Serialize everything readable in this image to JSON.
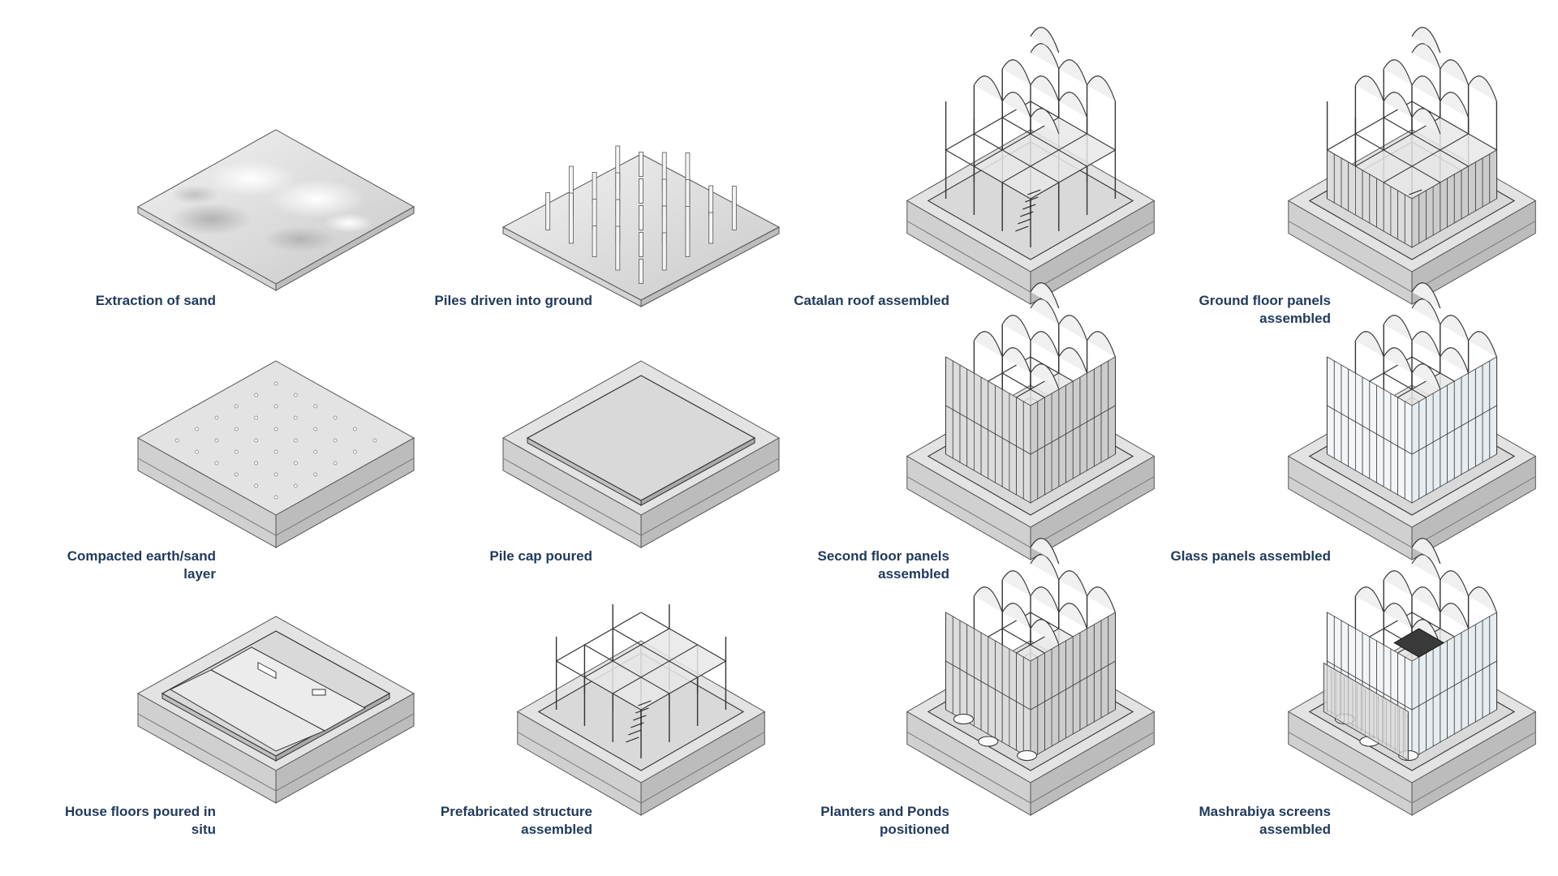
{
  "steps": [
    {
      "id": "s1",
      "line1": "Extraction of sand",
      "line2": ""
    },
    {
      "id": "s2",
      "line1": "Piles driven into ground",
      "line2": ""
    },
    {
      "id": "s3",
      "line1": "Catalan roof assembled",
      "line2": ""
    },
    {
      "id": "s4",
      "line1": "Ground floor panels",
      "line2": "assembled"
    },
    {
      "id": "s5",
      "line1": "Compacted earth/sand",
      "line2": "layer"
    },
    {
      "id": "s6",
      "line1": "Pile cap poured",
      "line2": ""
    },
    {
      "id": "s7",
      "line1": "Second floor panels",
      "line2": "assembled"
    },
    {
      "id": "s8",
      "line1": "Glass panels assembled",
      "line2": ""
    },
    {
      "id": "s9",
      "line1": "House floors poured in situ",
      "line2": ""
    },
    {
      "id": "s10",
      "line1": "Prefabricated structure",
      "line2": "assembled"
    },
    {
      "id": "s11",
      "line1": "Planters and Ponds",
      "line2": "positioned"
    },
    {
      "id": "s12",
      "line1": "Mashrabiya screens",
      "line2": "assembled"
    }
  ],
  "colors": {
    "caption": "#1f3a5c",
    "top_face": "#e6e6e6",
    "left_face": "#d0d0d0",
    "right_face": "#bdbdbd",
    "line": "#4a4a4a"
  }
}
